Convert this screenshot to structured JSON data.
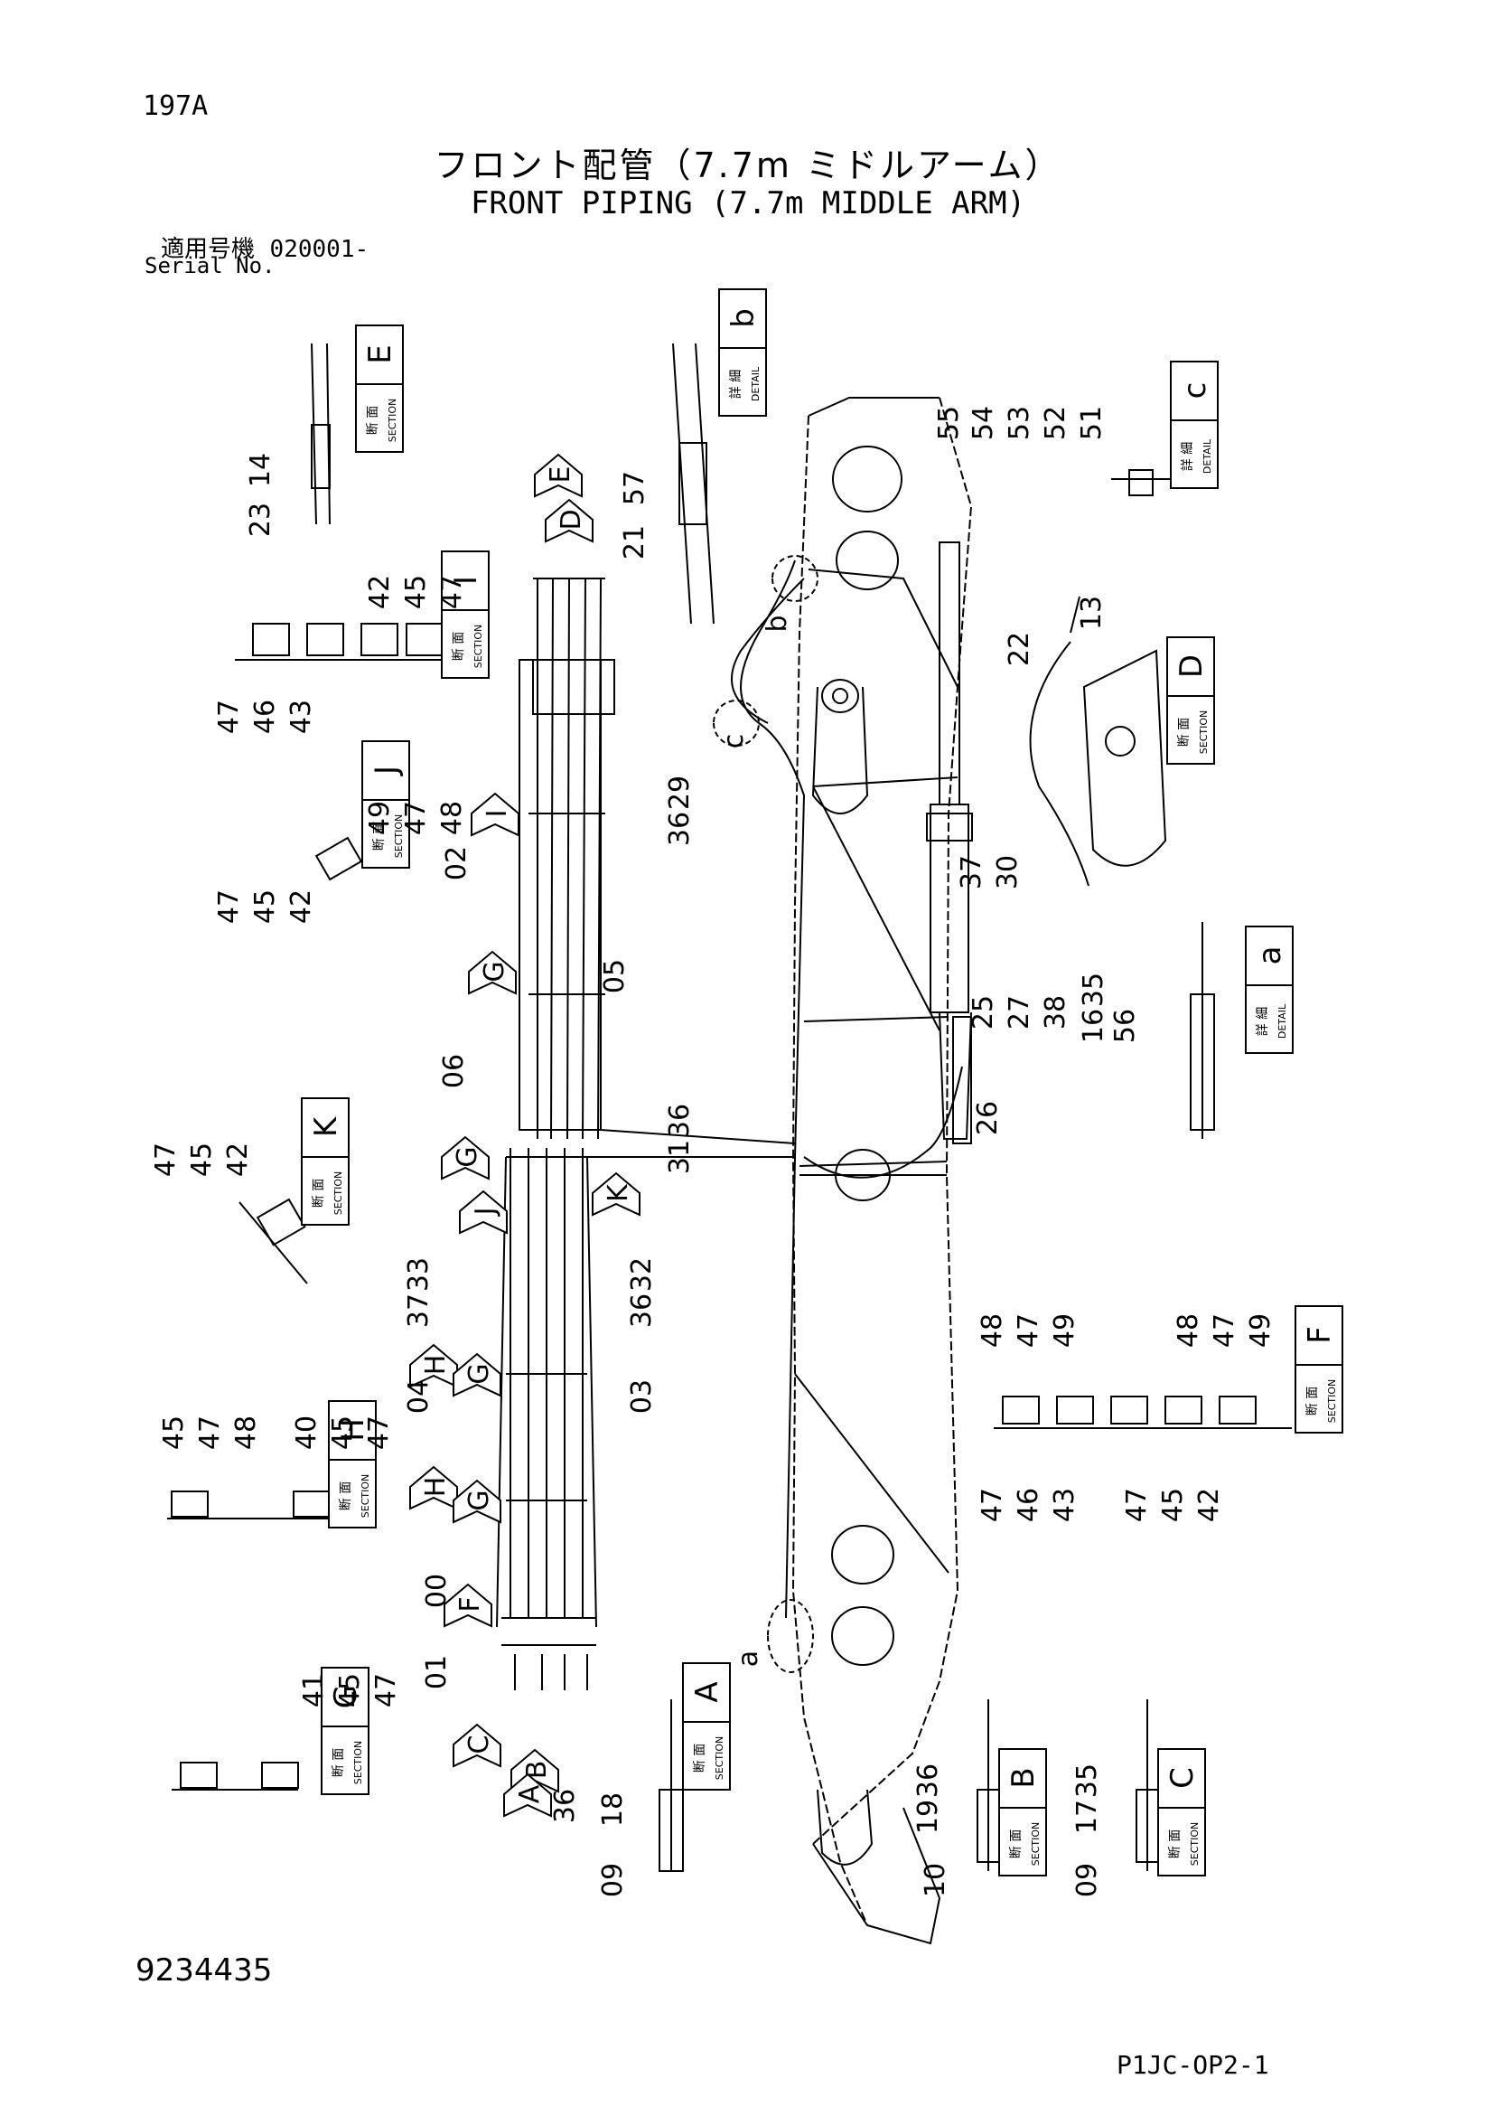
{
  "header": {
    "page_code": "197A",
    "title_jp": "フロント配管（7.7m ミドルアーム）",
    "title_en": "FRONT PIPING (7.7m MIDDLE ARM)",
    "serial_label_jp": "適用号機",
    "serial_value": "020001-",
    "serial_label_en": "Serial No."
  },
  "footer": {
    "drawing_number": "9234435",
    "page_ref": "P1JC-OP2-1"
  },
  "labels": {
    "section_jp": "断 面",
    "section_en": "SECTION",
    "detail_jp": "詳 細",
    "detail_en": "DETAIL"
  },
  "boxes": [
    {
      "kind": "section",
      "letter": "E"
    },
    {
      "kind": "detail",
      "letter": "b"
    },
    {
      "kind": "detail",
      "letter": "c"
    },
    {
      "kind": "section",
      "letter": "I"
    },
    {
      "kind": "section",
      "letter": "D"
    },
    {
      "kind": "section",
      "letter": "J"
    },
    {
      "kind": "detail",
      "letter": "a"
    },
    {
      "kind": "section",
      "letter": "K"
    },
    {
      "kind": "section",
      "letter": "F"
    },
    {
      "kind": "section",
      "letter": "H"
    },
    {
      "kind": "section",
      "letter": "G"
    },
    {
      "kind": "section",
      "letter": "A"
    },
    {
      "kind": "section",
      "letter": "B"
    },
    {
      "kind": "section",
      "letter": "C"
    }
  ],
  "arrows": [
    "E",
    "D",
    "I",
    "G",
    "G",
    "J",
    "K",
    "H",
    "G",
    "H",
    "G",
    "F",
    "C",
    "B",
    "A"
  ],
  "callouts": [
    "23",
    "14",
    "57",
    "21",
    "55",
    "54",
    "53",
    "52",
    "51",
    "42",
    "45",
    "47",
    "47",
    "46",
    "43",
    "22",
    "13",
    "36",
    "29",
    "49",
    "47",
    "48",
    "47",
    "45",
    "42",
    "02",
    "37",
    "30",
    "05",
    "06",
    "35",
    "16",
    "56",
    "36",
    "31",
    "25",
    "27",
    "38",
    "26",
    "47",
    "45",
    "42",
    "37",
    "33",
    "04",
    "32",
    "36",
    "03",
    "48",
    "47",
    "49",
    "48",
    "47",
    "49",
    "45",
    "47",
    "48",
    "40",
    "45",
    "47",
    "47",
    "46",
    "43",
    "47",
    "45",
    "42",
    "00",
    "01",
    "a",
    "41",
    "45",
    "47",
    "36",
    "18",
    "09",
    "36",
    "19",
    "10",
    "35",
    "17",
    "09",
    "b",
    "c"
  ]
}
